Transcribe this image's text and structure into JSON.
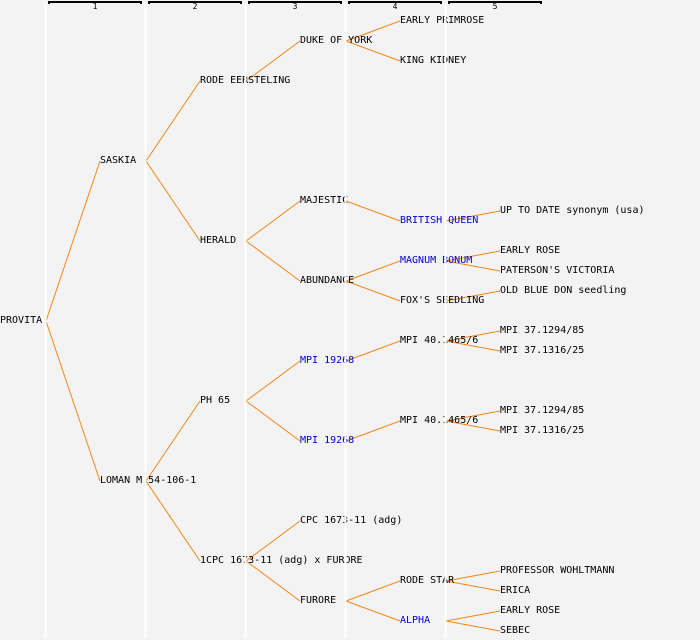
{
  "colors": {
    "background": "#f3f3f3",
    "line": "#f0881a",
    "link_text": "#0000cc",
    "text": "#000000",
    "column_divider": "#ffffff"
  },
  "generations": [
    "1",
    "2",
    "3",
    "4",
    "5"
  ],
  "pedigree": {
    "name": "PROVITA",
    "linked": false,
    "parents": [
      {
        "name": "SASKIA",
        "linked": false,
        "parents": [
          {
            "name": "RODE EERSTELING",
            "linked": false,
            "parents": [
              {
                "name": "DUKE OF YORK",
                "linked": false,
                "parents": [
                  {
                    "name": "EARLY PRIMROSE",
                    "linked": false,
                    "parents": []
                  },
                  {
                    "name": "KING KIDNEY",
                    "linked": false,
                    "parents": []
                  }
                ]
              },
              null
            ]
          },
          {
            "name": "HERALD",
            "linked": false,
            "parents": [
              {
                "name": "MAJESTIC",
                "linked": false,
                "parents": [
                  null,
                  {
                    "name": "BRITISH QUEEN",
                    "linked": true,
                    "parents": [
                      {
                        "name": "UP TO DATE synonym (usa)",
                        "linked": false,
                        "parents": []
                      },
                      null
                    ]
                  }
                ]
              },
              {
                "name": "ABUNDANCE",
                "linked": false,
                "parents": [
                  {
                    "name": "MAGNUM BONUM",
                    "linked": true,
                    "parents": [
                      {
                        "name": "EARLY ROSE",
                        "linked": false,
                        "parents": []
                      },
                      {
                        "name": "PATERSON'S VICTORIA",
                        "linked": false,
                        "parents": []
                      }
                    ]
                  },
                  {
                    "name": "FOX'S SEEDLING",
                    "linked": false,
                    "parents": [
                      {
                        "name": "OLD BLUE DON seedling",
                        "linked": false,
                        "parents": []
                      },
                      null
                    ]
                  }
                ]
              }
            ]
          }
        ]
      },
      {
        "name": "LOMAN M 54-106-1",
        "linked": false,
        "parents": [
          {
            "name": "PH 65",
            "linked": false,
            "parents": [
              {
                "name": "MPI 19268",
                "linked": true,
                "parents": [
                  {
                    "name": "MPI 40.1465/6",
                    "linked": false,
                    "parents": [
                      {
                        "name": "MPI 37.1294/85",
                        "linked": false,
                        "parents": []
                      },
                      {
                        "name": "MPI 37.1316/25",
                        "linked": false,
                        "parents": []
                      }
                    ]
                  },
                  null
                ]
              },
              {
                "name": "MPI 19268",
                "linked": true,
                "parents": [
                  {
                    "name": "MPI 40.1465/6",
                    "linked": false,
                    "parents": [
                      {
                        "name": "MPI 37.1294/85",
                        "linked": false,
                        "parents": []
                      },
                      {
                        "name": "MPI 37.1316/25",
                        "linked": false,
                        "parents": []
                      }
                    ]
                  },
                  null
                ]
              }
            ]
          },
          {
            "name": "1CPC 1673-11 (adg) x FURORE",
            "linked": false,
            "parents": [
              {
                "name": "CPC 1673-11 (adg)",
                "linked": false,
                "parents": []
              },
              {
                "name": "FURORE",
                "linked": false,
                "parents": [
                  {
                    "name": "RODE STAR",
                    "linked": false,
                    "parents": [
                      {
                        "name": "PROFESSOR WOHLTMANN",
                        "linked": false,
                        "parents": []
                      },
                      {
                        "name": "ERICA",
                        "linked": false,
                        "parents": []
                      }
                    ]
                  },
                  {
                    "name": "ALPHA",
                    "linked": true,
                    "parents": [
                      {
                        "name": "EARLY ROSE",
                        "linked": false,
                        "parents": []
                      },
                      {
                        "name": "SEBEC",
                        "linked": false,
                        "parents": []
                      }
                    ]
                  }
                ]
              }
            ]
          }
        ]
      }
    ]
  }
}
